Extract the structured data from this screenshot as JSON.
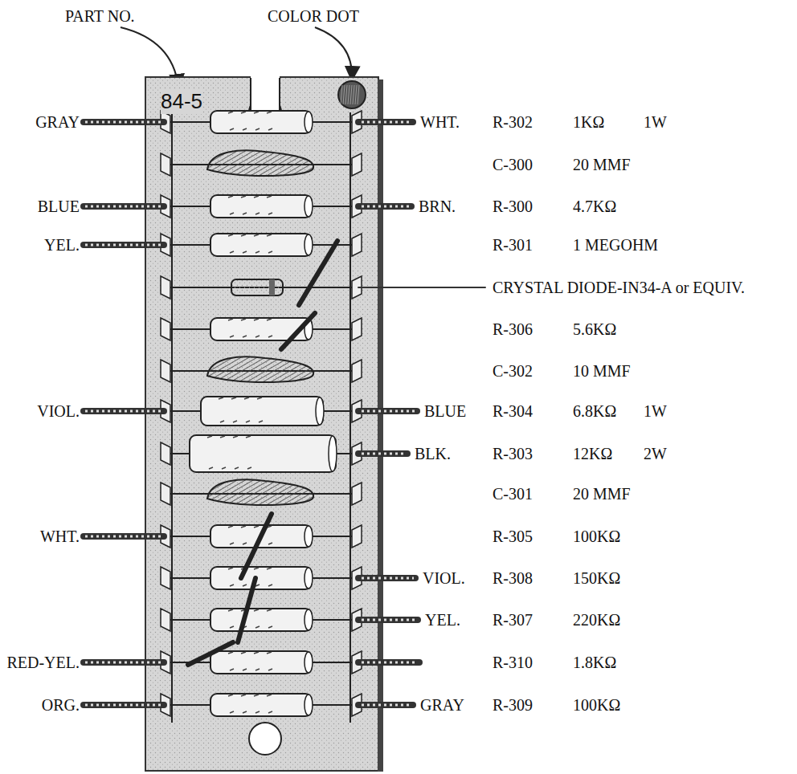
{
  "diagram": {
    "nodes": [
      {
        "text": [
          "84-5"
        ]
      }
    ],
    "labels": [
      "PART NO.",
      "COLOR DOT",
      "GRAY",
      "WHT.",
      "R-302",
      "1KΩ",
      "1W",
      "C-300",
      "20 MMF",
      "BLUE",
      "BRN.",
      "R-300",
      "4.7KΩ",
      "YEL.",
      "R-301",
      "1 MEGOHM",
      "CRYSTAL DIODE-IN34-A or EQUIV.",
      "R-306",
      "5.6KΩ",
      "C-302",
      "10 MMF",
      "VIOL.",
      "BLUE",
      "R-304",
      "6.8KΩ",
      "1W",
      "BLK.",
      "R-303",
      "12KΩ",
      "2W",
      "C-301",
      "20 MMF",
      "WHT.",
      "R-305",
      "100KΩ",
      "VIOL.",
      "R-308",
      "150KΩ",
      "YEL.",
      "R-307",
      "220KΩ",
      "RED-YEL.",
      "R-310",
      "1.8KΩ",
      "ORG.",
      "GRAY",
      "R-309",
      "100KΩ"
    ]
  }
}
